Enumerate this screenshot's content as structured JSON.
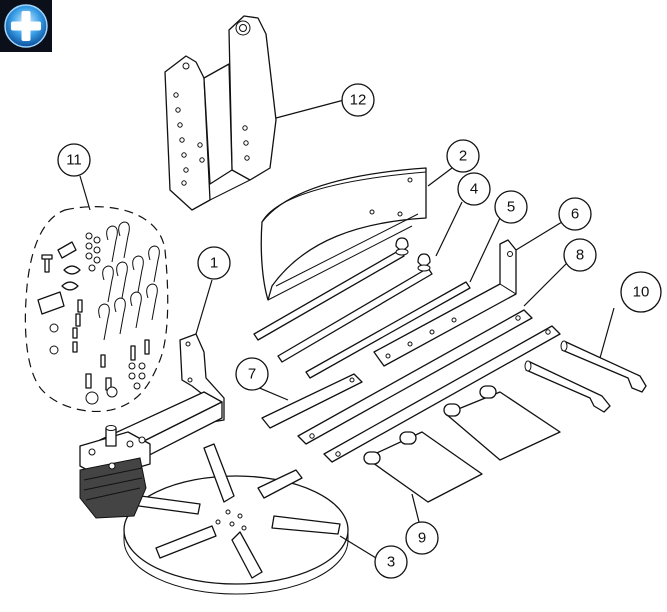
{
  "app_icon": "add-plus-icon",
  "callouts": [
    {
      "id": "c1",
      "label": "1"
    },
    {
      "id": "c2",
      "label": "2"
    },
    {
      "id": "c3",
      "label": "3"
    },
    {
      "id": "c4",
      "label": "4"
    },
    {
      "id": "c5",
      "label": "5"
    },
    {
      "id": "c6",
      "label": "6"
    },
    {
      "id": "c7",
      "label": "7"
    },
    {
      "id": "c8",
      "label": "8"
    },
    {
      "id": "c9",
      "label": "9"
    },
    {
      "id": "c10",
      "label": "10"
    },
    {
      "id": "c11",
      "label": "11"
    },
    {
      "id": "c12",
      "label": "12"
    }
  ]
}
